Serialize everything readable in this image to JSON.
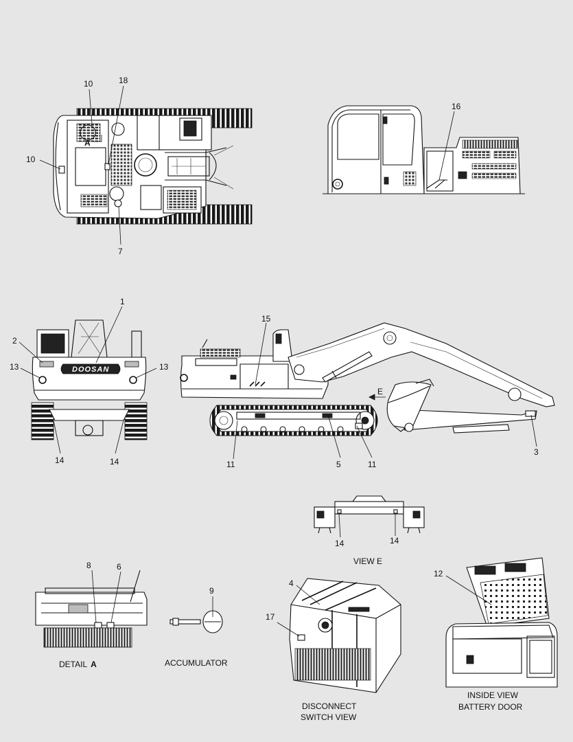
{
  "brand_label": "DOOSAN",
  "labels": {
    "detail_a_marker": "A",
    "view_e_marker": "E",
    "n1": "1",
    "n2": "2",
    "n3": "3",
    "n4": "4",
    "n5": "5",
    "n6": "6",
    "n7": "7",
    "n8": "8",
    "n9": "9",
    "n10_top": "10",
    "n10_left": "10",
    "n11_left": "11",
    "n11_right": "11",
    "n12": "12",
    "n13_left": "13",
    "n13_right": "13",
    "n14_rear_left": "14",
    "n14_rear_right": "14",
    "n14_view_left": "14",
    "n14_view_right": "14",
    "n15": "15",
    "n16": "16",
    "n17": "17",
    "n18": "18"
  },
  "captions": {
    "view_e": "VIEW E",
    "detail_a": "DETAIL",
    "detail_a_letter": "A",
    "accumulator": "ACCUMULATOR",
    "disconnect_line1": "DISCONNECT",
    "disconnect_line2": "SWITCH VIEW",
    "battery_line1": "INSIDE VIEW",
    "battery_line2": "BATTERY DOOR"
  }
}
